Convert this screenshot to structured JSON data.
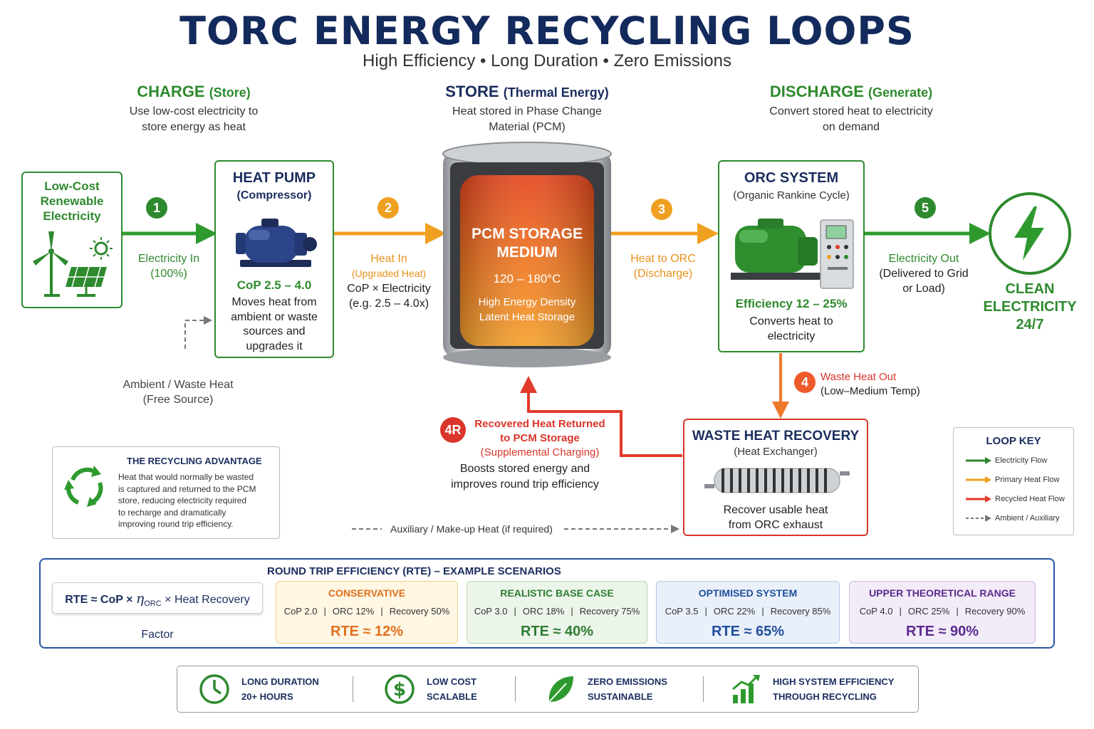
{
  "header": {
    "title": "TORC ENERGY RECYCLING LOOPS",
    "subtitle": "High Efficiency • Long Duration • Zero Emissions"
  },
  "phases": {
    "charge": {
      "title": "CHARGE",
      "sub": "(Store)",
      "desc1": "Use low-cost electricity to",
      "desc2": "store energy as heat"
    },
    "store": {
      "title": "STORE",
      "sub": "(Thermal Energy)",
      "desc1": "Heat stored in Phase Change",
      "desc2": "Material (PCM)"
    },
    "discharge": {
      "title": "DISCHARGE",
      "sub": "(Generate)",
      "desc1": "Convert stored heat to electricity",
      "desc2": "on demand"
    }
  },
  "source": {
    "line1": "Low-Cost",
    "line2": "Renewable",
    "line3": "Electricity"
  },
  "heat_pump": {
    "title": "HEAT PUMP",
    "sub": "(Compressor)",
    "cop": "CoP 2.5 – 4.0",
    "d1": "Moves heat from",
    "d2": "ambient or waste",
    "d3": "sources and",
    "d4": "upgrades it"
  },
  "ambient": {
    "l1": "Ambient / Waste Heat",
    "l2": "(Free Source)"
  },
  "pcm": {
    "l1": "PCM STORAGE",
    "l2": "MEDIUM",
    "temp": "120 – 180°C",
    "d1": "High Energy Density",
    "d2": "Latent Heat Storage"
  },
  "orc": {
    "title": "ORC SYSTEM",
    "sub": "(Organic Rankine Cycle)",
    "eff": "Efficiency 12 – 25%",
    "d1": "Converts heat to",
    "d2": "electricity"
  },
  "clean": {
    "l1": "CLEAN",
    "l2": "ELECTRICITY",
    "l3": "24/7"
  },
  "steps": {
    "s1": {
      "num": "1",
      "l1": "Electricity In",
      "l2": "(100%)"
    },
    "s2": {
      "num": "2",
      "l1": "Heat In",
      "l2": "(Upgraded Heat)",
      "l3": "CoP × Electricity",
      "l4": "(e.g. 2.5 – 4.0x)"
    },
    "s3": {
      "num": "3",
      "l1": "Heat to ORC",
      "l2": "(Discharge)"
    },
    "s4": {
      "num": "4",
      "l1": "Waste Heat Out",
      "l2": "(Low–Medium Temp)"
    },
    "s4r": {
      "num": "4R",
      "l1": "Recovered Heat Returned",
      "l2": "to PCM Storage",
      "l3": "(Supplemental Charging)",
      "d1": "Boosts stored energy and",
      "d2": "improves round trip efficiency"
    },
    "s5": {
      "num": "5",
      "l1": "Electricity Out",
      "l2": "(Delivered to Grid",
      "l3": "or Load)"
    }
  },
  "recovery": {
    "title": "WASTE HEAT RECOVERY",
    "sub": "(Heat Exchanger)",
    "d1": "Recover usable heat",
    "d2": "from ORC exhaust"
  },
  "auxiliary": "Auxiliary / Make-up Heat (if required)",
  "advantage": {
    "title": "THE RECYCLING ADVANTAGE",
    "l1": "Heat that would normally be wasted",
    "l2": "is captured and returned to the PCM",
    "l3": "store, reducing electricity required",
    "l4": "to recharge and dramatically",
    "l5": "improving round trip efficiency."
  },
  "legend": {
    "title": "LOOP KEY",
    "items": [
      {
        "label": "Electricity Flow",
        "color": "#2e8a2e"
      },
      {
        "label": "Primary Heat Flow",
        "color": "#f0a020"
      },
      {
        "label": "Recycled Heat Flow",
        "color": "#e23a2a"
      },
      {
        "label": "Ambient / Auxiliary",
        "color": "#777777"
      }
    ]
  },
  "rte": {
    "title": "ROUND TRIP EFFICIENCY (RTE) – EXAMPLE SCENARIOS",
    "formula_a": "RTE ≈ CoP × ",
    "formula_eta": "η",
    "formula_sub": "ORC",
    "formula_b": " × Heat Recovery Factor",
    "scenarios": [
      {
        "name": "CONSERVATIVE",
        "cop": "CoP 2.0",
        "orc": "ORC 12%",
        "rec": "Recovery 50%",
        "rte": "RTE ≈ 12%",
        "accent": "#e0701c",
        "bg": "#fff6e3",
        "border": "#f3cf8a"
      },
      {
        "name": "REALISTIC BASE CASE",
        "cop": "CoP 3.0",
        "orc": "ORC 18%",
        "rec": "Recovery 75%",
        "rte": "RTE ≈ 40%",
        "accent": "#2e7d32",
        "bg": "#ecf5ea",
        "border": "#b6d7b1"
      },
      {
        "name": "OPTIMISED SYSTEM",
        "cop": "CoP 3.5",
        "orc": "ORC 22%",
        "rec": "Recovery 85%",
        "rte": "RTE ≈ 65%",
        "accent": "#1f4e9c",
        "bg": "#e9f0fa",
        "border": "#b3c7e6"
      },
      {
        "name": "UPPER THEORETICAL RANGE",
        "cop": "CoP 4.0",
        "orc": "ORC 25%",
        "rec": "Recovery 90%",
        "rte": "RTE ≈ 90%",
        "accent": "#5b2a8e",
        "bg": "#f2ebf8",
        "border": "#cdb7e3"
      }
    ]
  },
  "features": [
    {
      "l1": "LONG DURATION",
      "l2": "20+ HOURS",
      "icon": "clock-icon"
    },
    {
      "l1": "LOW COST",
      "l2": "SCALABLE",
      "icon": "dollar-icon"
    },
    {
      "l1": "ZERO EMISSIONS",
      "l2": "SUSTAINABLE",
      "icon": "leaf-icon"
    },
    {
      "l1": "HIGH SYSTEM EFFICIENCY",
      "l2": "THROUGH RECYCLING",
      "icon": "growth-chart-icon"
    }
  ]
}
